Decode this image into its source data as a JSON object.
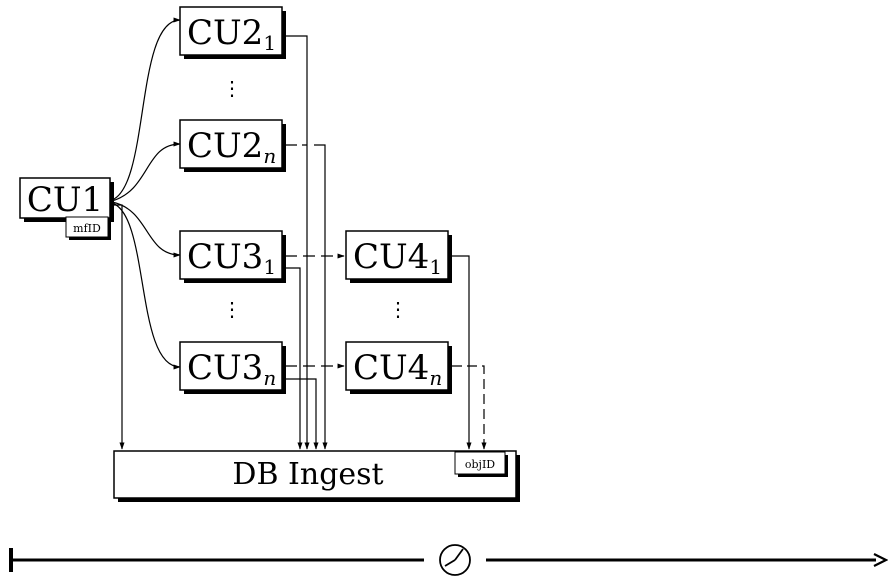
{
  "nodes": {
    "cu1": "CU1",
    "cu1_tag": "mfID",
    "cu2_1": {
      "base": "CU2",
      "sub": "1"
    },
    "cu2_n": {
      "base": "CU2",
      "sub": "n"
    },
    "cu3_1": {
      "base": "CU3",
      "sub": "1"
    },
    "cu3_n": {
      "base": "CU3",
      "sub": "n"
    },
    "cu4_1": {
      "base": "CU4",
      "sub": "1"
    },
    "cu4_n": {
      "base": "CU4",
      "sub": "n"
    },
    "db": "DB Ingest",
    "db_tag": "objID"
  },
  "ellipsis": "⋮",
  "timeline": {
    "icon": "clock-icon"
  }
}
